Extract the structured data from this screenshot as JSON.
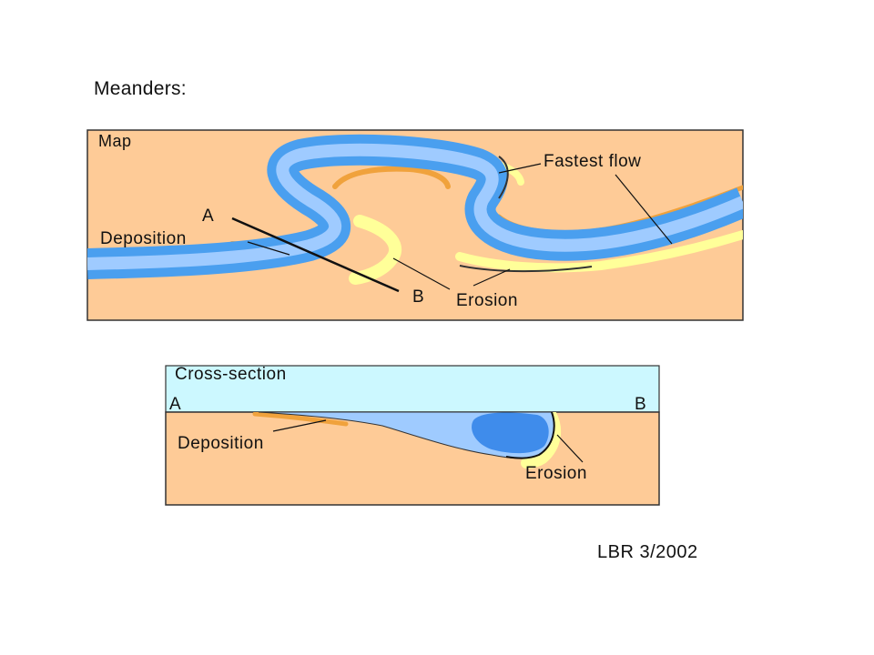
{
  "title": "Meanders:",
  "credit": "LBR 3/2002",
  "colors": {
    "land": "#FECB97",
    "river_outer": "#4A9FEF",
    "river_inner": "#9FCBFF",
    "fast_core": "#3F8CEB",
    "deposition": "#F0A23C",
    "erosion": "#FFFF99",
    "sky": "#CCF8FF",
    "outline": "#333333"
  },
  "map": {
    "panel_label": "Map",
    "label_a": "A",
    "label_b": "B",
    "deposition_label": "Deposition",
    "fastest_flow_label": "Fastest flow",
    "erosion_label": "Erosion"
  },
  "cross_section": {
    "panel_label": "Cross-section",
    "label_a": "A",
    "label_b": "B",
    "deposition_label": "Deposition",
    "erosion_label": "Erosion"
  }
}
